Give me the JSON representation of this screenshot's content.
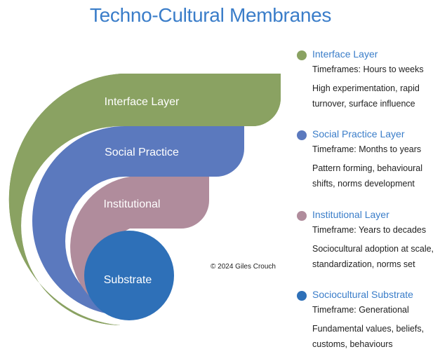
{
  "title": "Techno-Cultural Membranes",
  "copyright": "© 2024 Giles Crouch",
  "layers": [
    {
      "label": "Interface Layer",
      "color": "#8aa262"
    },
    {
      "label": "Social Practice",
      "color": "#5b79be"
    },
    {
      "label": "Institutional",
      "color": "#b08c9c"
    },
    {
      "label": "Substrate",
      "color": "#2e70b8"
    }
  ],
  "legend": [
    {
      "title": "Interface Layer",
      "timeframe": "Timeframes: Hours to weeks",
      "description": "High experimentation, rapid turnover, surface influence",
      "color": "#8aa262"
    },
    {
      "title": "Social Practice Layer",
      "timeframe": "Timeframe: Months to years",
      "description": "Pattern forming, behavioural shifts, norms development",
      "color": "#5b79be"
    },
    {
      "title": "Institutional Layer",
      "timeframe": "Timeframe: Years to decades",
      "description": "Sociocultural adoption at scale, standardization, norms set",
      "color": "#b08c9c"
    },
    {
      "title": "Sociocultural Substrate",
      "timeframe": "Timeframe: Generational",
      "description": "Fundamental values, beliefs, customs, behaviours",
      "color": "#2e70b8"
    }
  ]
}
